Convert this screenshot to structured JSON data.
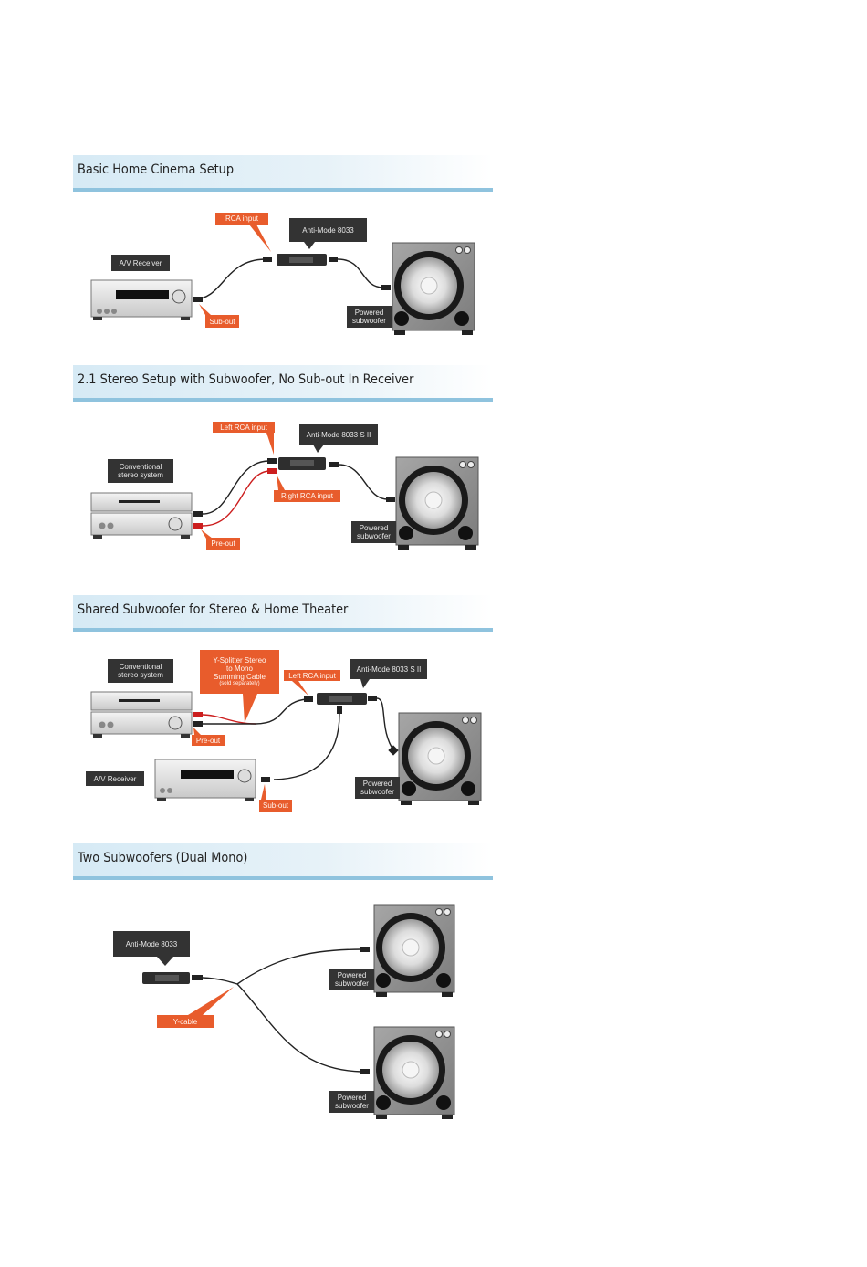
{
  "sections": [
    {
      "title": "Basic Home Cinema Setup",
      "labels": {
        "rca_input": "RCA input",
        "device": "Anti-Mode 8033",
        "receiver": "A/V Receiver",
        "sub_out": "Sub-out",
        "subwoofer": "Powered\nsubwoofer"
      }
    },
    {
      "title": "2.1 Stereo Setup with Subwoofer, No Sub-out In Receiver",
      "labels": {
        "left_rca": "Left RCA input",
        "device": "Anti-Mode 8033 S II",
        "stereo": "Conventional\nstereo system",
        "right_rca": "Right RCA input",
        "pre_out": "Pre-out",
        "subwoofer": "Powered\nsubwoofer"
      }
    },
    {
      "title": "Shared Subwoofer for Stereo & Home Theater",
      "labels": {
        "stereo": "Conventional\nstereo system",
        "cable": "Y-Splitter Stereo\nto Mono\nSumming Cable",
        "cable_note": "(sold separately)",
        "left_rca": "Left RCA input",
        "device": "Anti-Mode 8033 S II",
        "pre_out": "Pre-out",
        "receiver": "A/V Receiver",
        "sub_out": "Sub-out",
        "subwoofer": "Powered\nsubwoofer"
      }
    },
    {
      "title": "Two Subwoofers (Dual Mono)",
      "labels": {
        "device": "Anti-Mode 8033",
        "sub1": "Powered\nsubwoofer",
        "y_cable": "Y-cable",
        "sub2": "Powered\nsubwoofer"
      }
    }
  ]
}
